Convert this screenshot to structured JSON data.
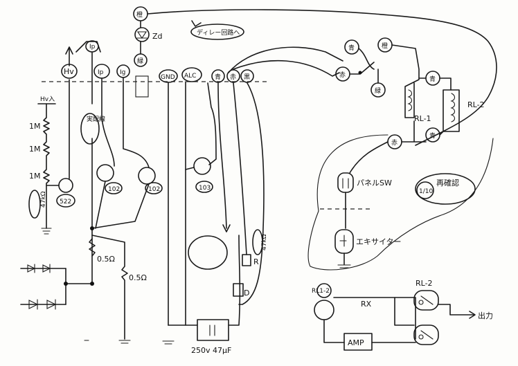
{
  "connector": {
    "hv": "Hv",
    "ip": "Ip",
    "ig": "Ig",
    "gnd": "GND",
    "alc": "ALC",
    "blue": "青",
    "red": "赤",
    "black": "黒"
  },
  "top": {
    "heater": "橙",
    "green": "緑",
    "zd": "Zd",
    "delay_circuit": "ディレー回路へ",
    "ip_top": "Ip"
  },
  "resistors": {
    "hv_in": "Hv入",
    "r1": "1M",
    "r2": "1M",
    "r3": "1M",
    "r4": "47kΩ",
    "r5": "0.5Ω",
    "r6": "0.5Ω",
    "r7": "47kΩ"
  },
  "semis": {
    "q1": "522",
    "q2": "102",
    "q3": "102",
    "q4": "103",
    "cross_wire": "実配線"
  },
  "relay": {
    "blue_a": "青",
    "orange_a": "橙",
    "red_a": "赤",
    "green_a": "緑",
    "rl1": "RL-1",
    "rl2": "RL-2",
    "blue_b": "青",
    "blue_c": "青",
    "red_b": "赤",
    "panel_sw": "パネルSW",
    "exciter": "エキサイター",
    "ratio": "1/10",
    "confirm": "再確認"
  },
  "bottom": {
    "cap": "250v 47μF",
    "r_label": "R",
    "d_label": "D",
    "rl12": "RL1-2",
    "rx": "RX",
    "rl2b": "RL-2",
    "amp": "AMP",
    "output": "出力"
  }
}
